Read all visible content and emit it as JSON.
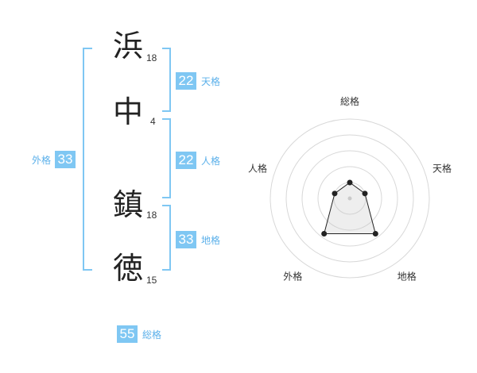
{
  "colors": {
    "accent": "#7fc7f3",
    "bracket": "#7fc7f3",
    "label": "#5bb0ea"
  },
  "name": {
    "chars": [
      {
        "char": "浜",
        "strokes": "18"
      },
      {
        "char": "中",
        "strokes": "4"
      },
      {
        "char": "鎮",
        "strokes": "18"
      },
      {
        "char": "徳",
        "strokes": "15"
      }
    ]
  },
  "fortune": {
    "ten": {
      "value": "22",
      "label": "天格"
    },
    "jin": {
      "value": "22",
      "label": "人格"
    },
    "chi": {
      "value": "33",
      "label": "地格"
    },
    "gai": {
      "value": "33",
      "label": "外格"
    },
    "sou": {
      "value": "55",
      "label": "総格"
    }
  },
  "radar": {
    "axes": [
      "総格",
      "天格",
      "地格",
      "外格",
      "人格"
    ],
    "values": [
      0.2,
      0.2,
      0.55,
      0.55,
      0.2
    ],
    "levels": 5
  }
}
